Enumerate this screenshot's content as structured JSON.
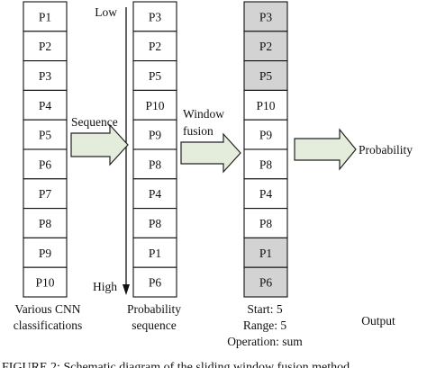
{
  "columns": {
    "input": {
      "items": [
        "P1",
        "P2",
        "P3",
        "P4",
        "P5",
        "P6",
        "P7",
        "P8",
        "P9",
        "P10"
      ],
      "caption": [
        "Various CNN",
        "classifications"
      ]
    },
    "sorted": {
      "items": [
        "P3",
        "P2",
        "P5",
        "P10",
        "P9",
        "P8",
        "P4",
        "P8",
        "P1",
        "P6"
      ],
      "caption": [
        "Probability",
        "sequence"
      ],
      "axis_low": "Low",
      "axis_high": "High"
    },
    "window": {
      "items": [
        "P3",
        "P2",
        "P5",
        "P10",
        "P9",
        "P8",
        "P4",
        "P8",
        "P1",
        "P6"
      ],
      "highlighted": [
        true,
        true,
        true,
        false,
        false,
        false,
        false,
        false,
        true,
        true
      ],
      "caption": [
        "Start: 5",
        "Range: 5",
        "Operation: sum"
      ]
    }
  },
  "arrows": {
    "first": "Sequence",
    "second": [
      "Window",
      "fusion"
    ],
    "third_label": "Probability"
  },
  "output_label": "Output",
  "footer_fragment": "FIGURE 2: Schematic diagram of the sliding window fusion method.",
  "colors": {
    "cell_white": "#ffffff",
    "cell_highlight": "#d3d3d3",
    "arrow_fill": "#e4eddc"
  }
}
